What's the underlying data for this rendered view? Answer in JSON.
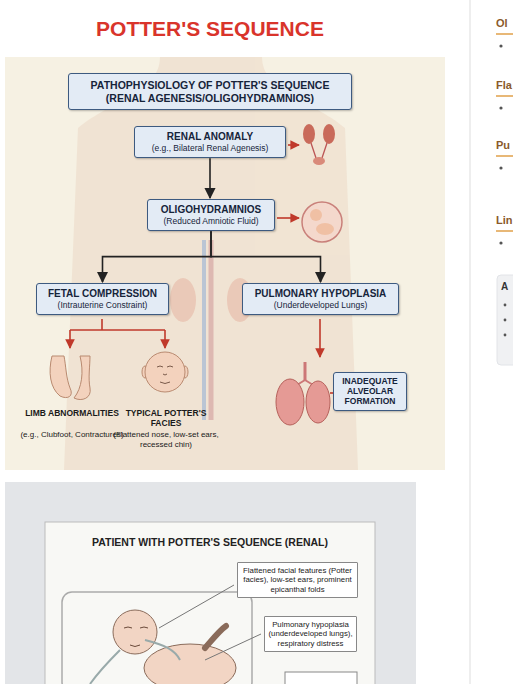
{
  "diagram": {
    "title": "POTTER'S SEQUENCE",
    "nodes": [
      {
        "text": [
          "PATHOPHYSIOLOGY OF POTTER'S SEQUENCE (RENAL AGENESIS/OLIGOHYDRAMNIOS)"
        ]
      },
      {
        "text": [
          "RENAL ANOMALY",
          "(e.g., Bilateral Renal Agenesis)"
        ]
      },
      {
        "text": [
          "OLIGOHYDRAMNIOS",
          "(Reduced Amniotic Fluid)"
        ]
      },
      {
        "text": [
          "FETAL COMPRESSION",
          "(Intrauterine Constraint)"
        ]
      },
      {
        "text": [
          "PULMONARY HYPOPLASIA",
          "(Underdeveloped Lungs)"
        ]
      },
      {
        "text": [
          "INADEQUATE ALVEOLAR FORMATION"
        ]
      },
      {
        "text": [
          "Flattened facial features (Potter facies), low-set ears, prominent epicanthal folds"
        ]
      },
      {
        "text": [
          "Pulmonary hypoplasia (underdeveloped lungs), respiratory distress"
        ]
      }
    ],
    "edges": [
      {
        "from": 1,
        "to": 2,
        "arrow": "to"
      },
      {
        "from": 2,
        "to": 3,
        "arrow": "to"
      },
      {
        "from": 2,
        "to": 4,
        "arrow": "to"
      }
    ],
    "labels": [
      "LIMB ABNORMALITIES",
      "(e.g., Clubfoot, Contractures)",
      "TYPICAL POTTER'S FACIES",
      "(Flattened nose, low-set ears, recessed chin)",
      "PATIENT WITH POTTER'S SEQUENCE (RENAL)",
      "Ol",
      "Fla",
      "Pu",
      "Lin",
      "A"
    ]
  }
}
